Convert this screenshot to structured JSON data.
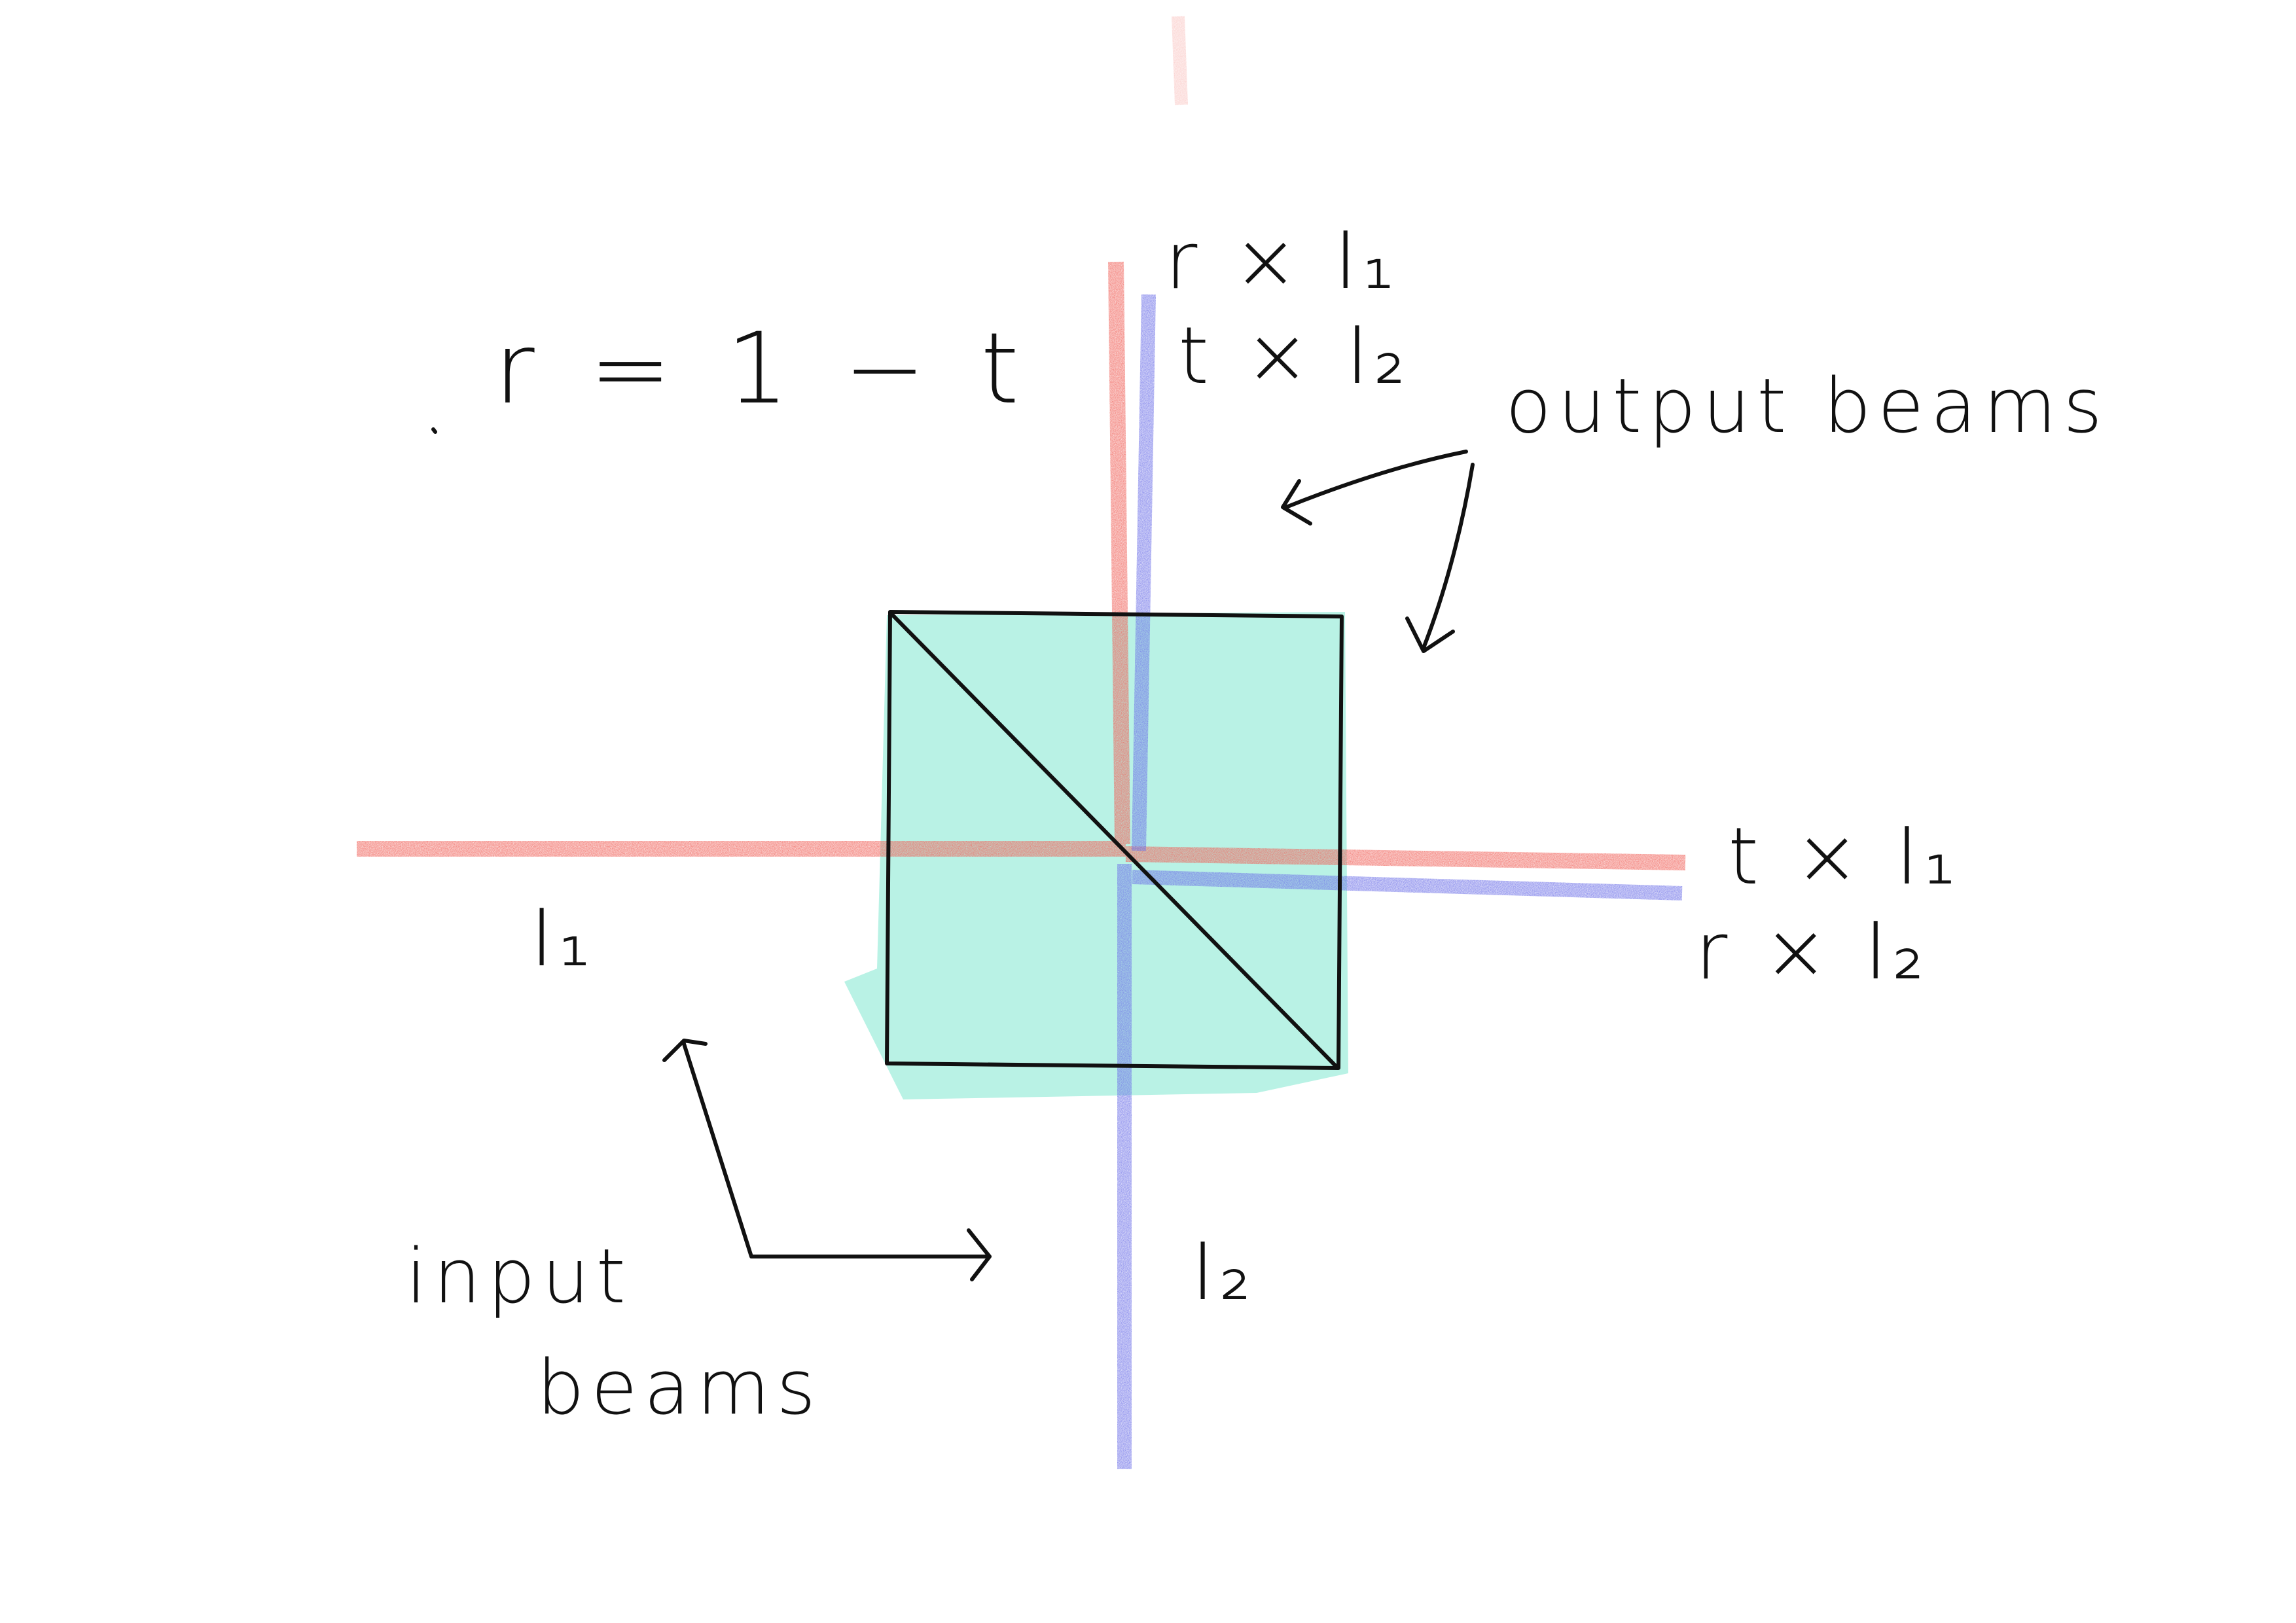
{
  "equation": "r = 1 − t",
  "beam_labels": {
    "input_1": "I₁",
    "input_2": "I₂",
    "out_top_line1": "r × I₁",
    "out_top_line2": "t × I₂",
    "out_right_line1": "t × I₁",
    "out_right_line2": "r × I₂"
  },
  "captions": {
    "output": "output beams",
    "input_line1": "input",
    "input_line2": "beams"
  },
  "colors": {
    "beam_1": "#f0625a",
    "beam_2": "#6f72e8",
    "cube_fill": "#7fe8cf",
    "ink": "#111111"
  }
}
